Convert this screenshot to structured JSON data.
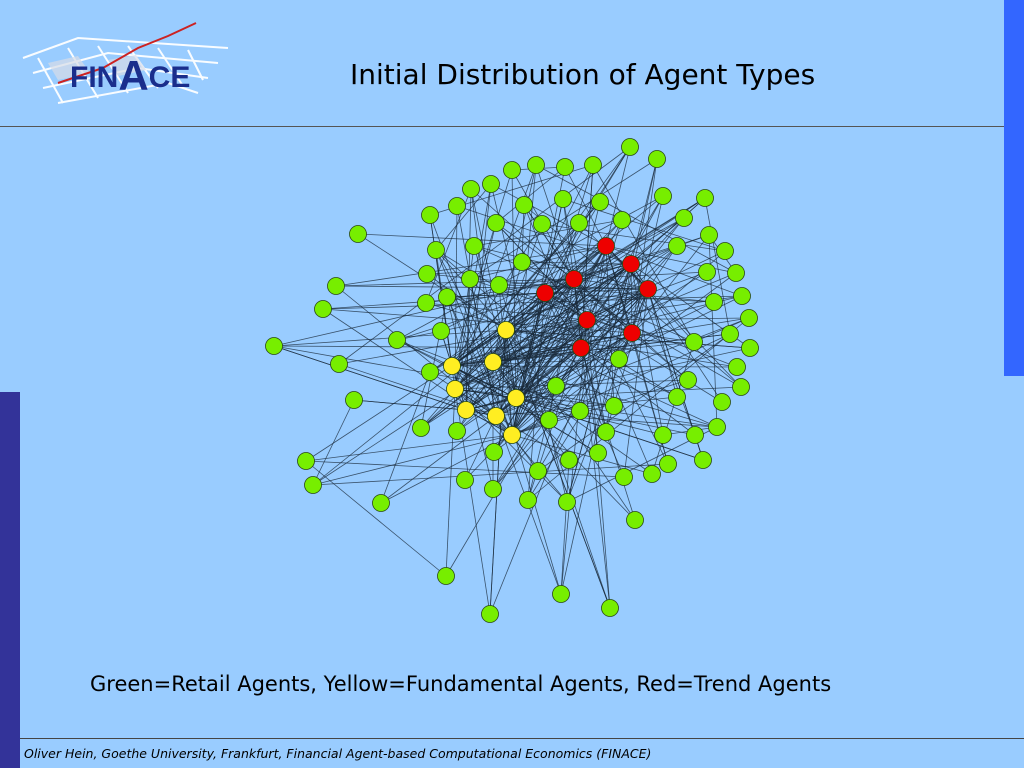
{
  "title": "Initial Distribution of Agent Types",
  "logo": {
    "part1": "FIN",
    "part2": "A",
    "part3": "CE"
  },
  "caption": "Green=Retail Agents, Yellow=Fundamental Agents, Red=Trend Agents",
  "footer": "Oliver Hein, Goethe University, Frankfurt, Financial Agent-based Computational Economics (FINACE)",
  "colors": {
    "background": "#99ccff",
    "retail": "#77ee00",
    "fundamental": "#ffee22",
    "trend": "#ee0000",
    "accent_right": "#3366ff",
    "accent_left": "#333399"
  },
  "agent_types": [
    "retail",
    "fundamental",
    "trend"
  ]
}
